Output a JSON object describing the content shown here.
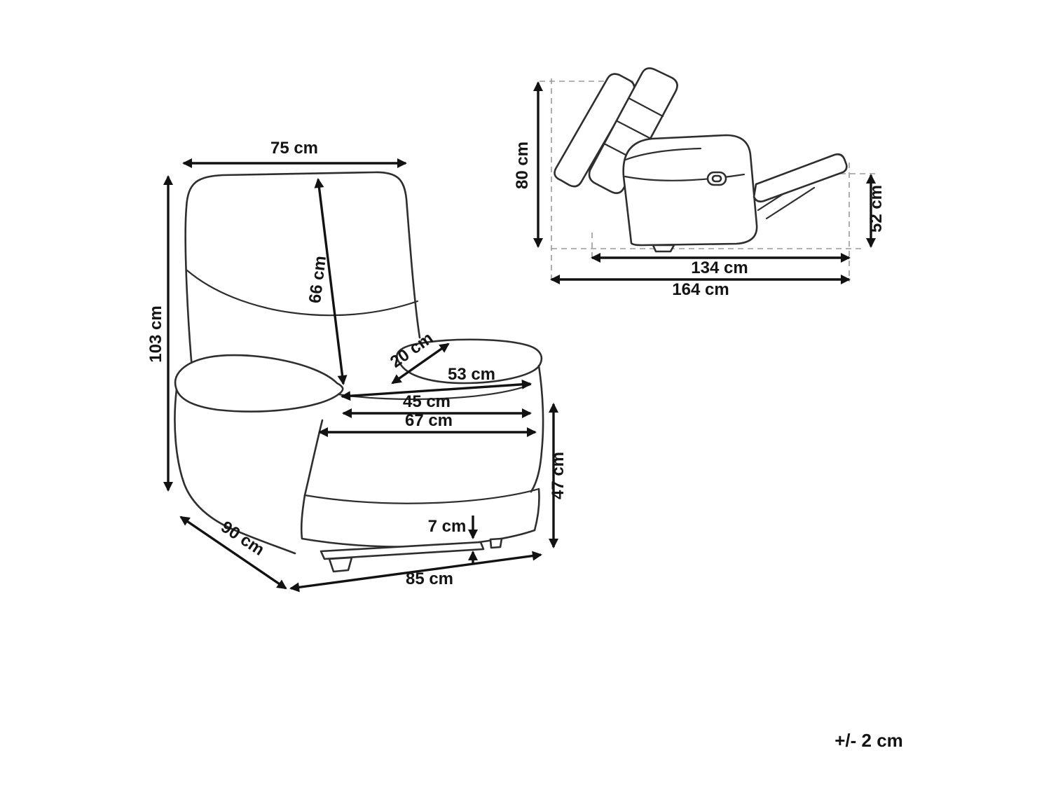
{
  "diagram": {
    "tolerance": "+/- 2 cm",
    "front_view": {
      "top_width": "75 cm",
      "backrest_height": "66 cm",
      "total_height": "103 cm",
      "armrest_width": "20 cm",
      "seat_diagonal": "53 cm",
      "seat_width": "45 cm",
      "inner_width": "67 cm",
      "seat_height": "47 cm",
      "clearance": "7 cm",
      "front_width": "85 cm",
      "depth": "90 cm"
    },
    "side_view": {
      "height": "80 cm",
      "legrest_height": "52 cm",
      "reclined_length": "134 cm",
      "total_length": "164 cm"
    }
  }
}
